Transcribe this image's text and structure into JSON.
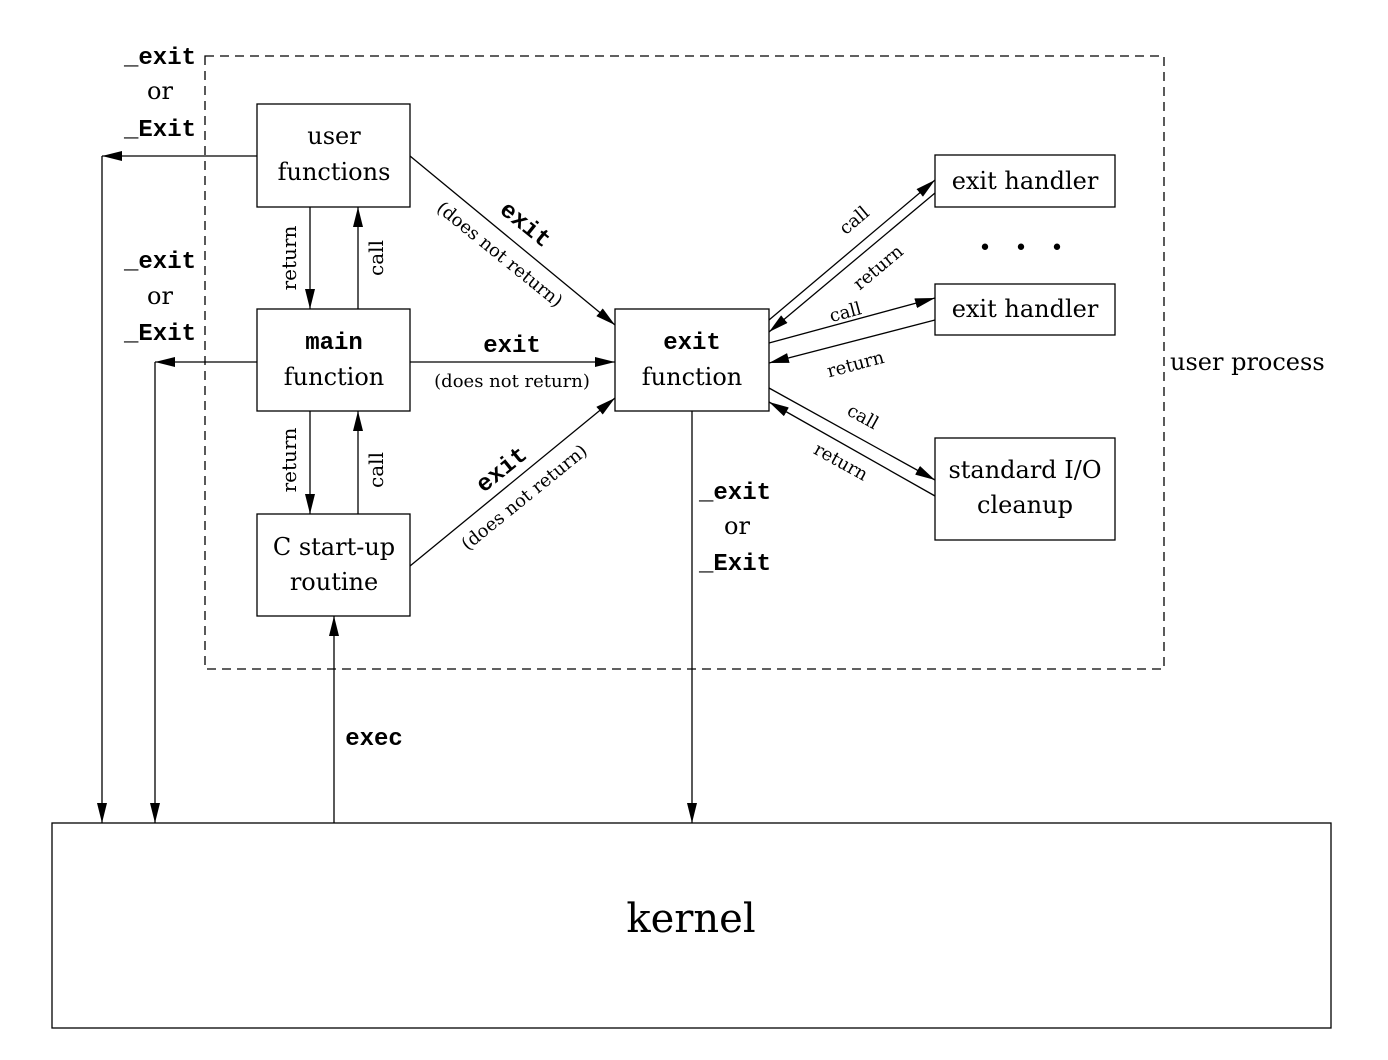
{
  "boxes": {
    "user_functions": [
      "user",
      "functions"
    ],
    "main_function": [
      "main",
      "function"
    ],
    "startup": [
      "C start-up",
      "routine"
    ],
    "exit_function": [
      "exit",
      "function"
    ],
    "exit_handler_1": "exit handler",
    "exit_handler_2": "exit handler",
    "stdio_cleanup": [
      "standard I/O",
      "cleanup"
    ],
    "kernel": "kernel"
  },
  "region_label": "user process",
  "ellipsis": "• • •",
  "labels": {
    "exit_code": "exit",
    "does_not_return": "(does not return)",
    "call": "call",
    "return": "return",
    "exec": "exec",
    "_exit": "_exit",
    "or": "or",
    "_Exit": "_Exit"
  }
}
